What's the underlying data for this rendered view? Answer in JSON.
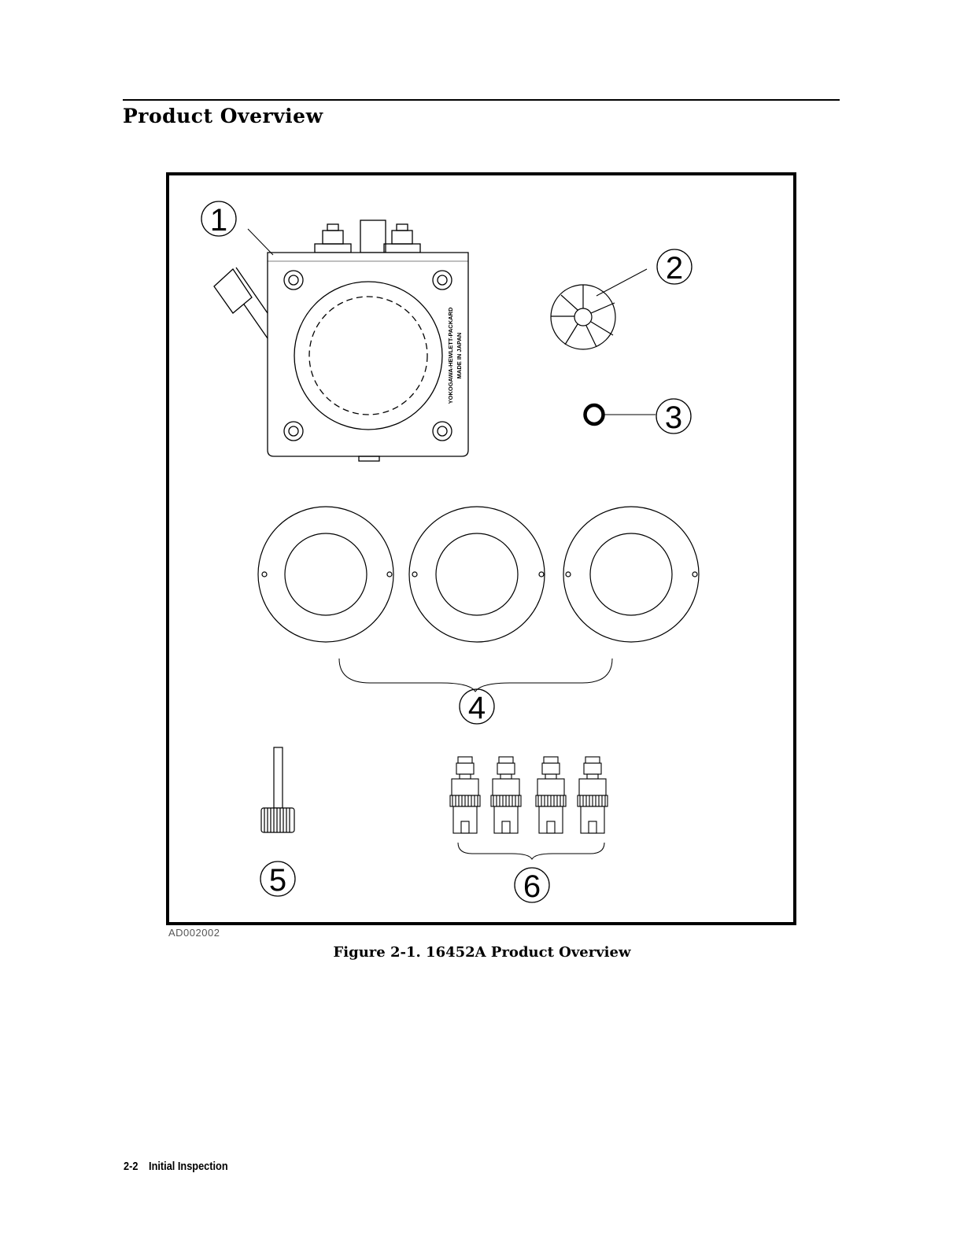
{
  "page": {
    "section_title": "Product Overview",
    "figure_id": "AD002002",
    "figure_caption": "Figure 2-1. 16452A Product Overview",
    "footer_page": "2-2",
    "footer_section": "Initial Inspection"
  },
  "figure": {
    "callouts": [
      "1",
      "2",
      "3",
      "4",
      "5",
      "6"
    ],
    "fixture_label_line1": "YOKOGAWA-HEWLETT-PACKARD",
    "fixture_label_line2": "MADE IN JAPAN"
  }
}
